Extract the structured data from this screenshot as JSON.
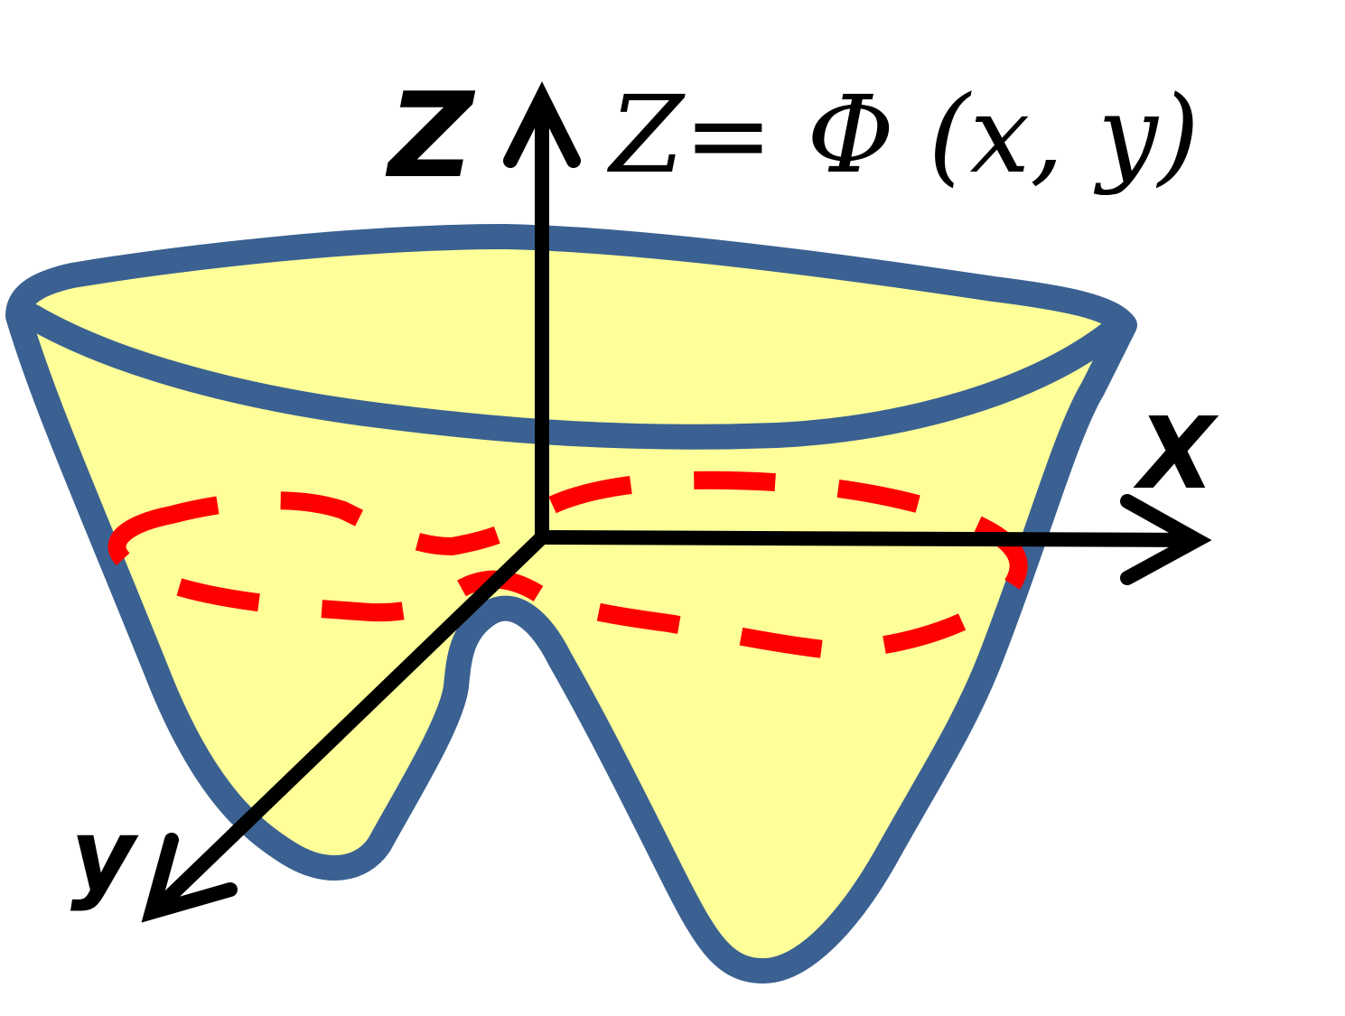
{
  "labels": {
    "z_axis": "Z",
    "x_axis": "X",
    "y_axis": "y",
    "equation": "Z= Φ (x, y)"
  },
  "colors": {
    "surface_fill": "#FFFF99",
    "surface_outline": "#3A6191",
    "contour_line": "#FF0000",
    "axes": "#000000"
  }
}
